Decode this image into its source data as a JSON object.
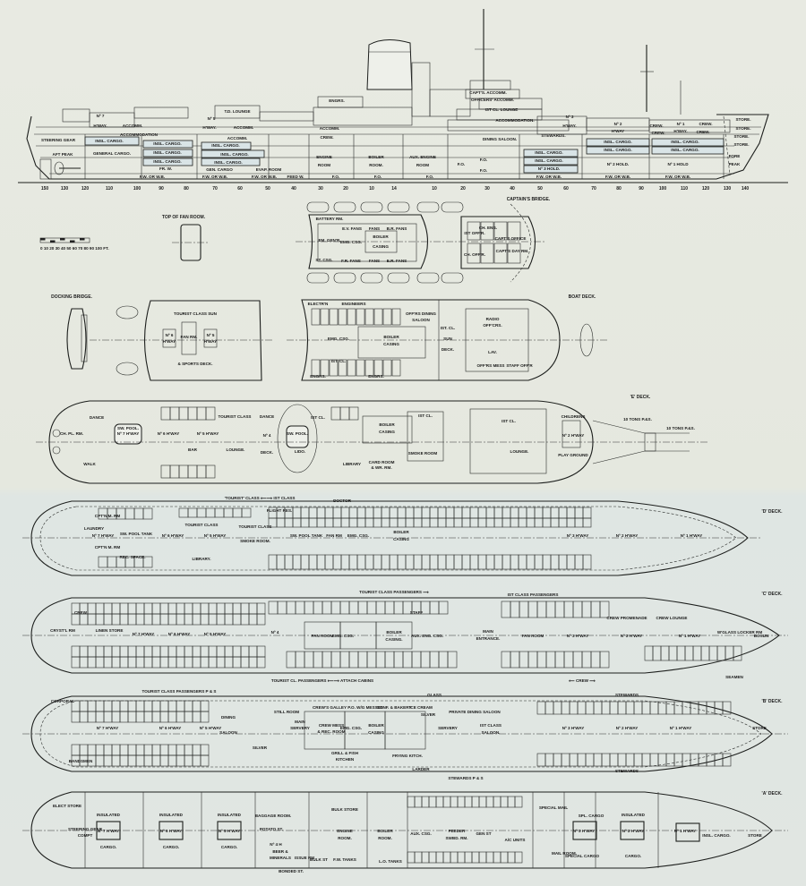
{
  "colors": {
    "paper": "#e6e9e0",
    "ink": "#1c1e1c",
    "tint": "#d9e4e6"
  },
  "profile": {
    "labels": [
      "T.D. LOUNGE",
      "ENGRS.",
      "Nº 7",
      "H'WAY.",
      "ACCOMM.",
      "ACCOMMODATION",
      "STEERING GEAR",
      "INSL. CARGO.",
      "GENERAL CARGO.",
      "AFT PEAK",
      "INSL. CARGO.",
      "INSL. CARGO.",
      "INSL. CARGO.",
      "Nº 5",
      "H'WAY.",
      "ACCOMM.",
      "ACCOMM.",
      "INSL. CARGO.",
      "INSL. CARGO.",
      "INSL. CARGO.",
      "FR. W.",
      "GEN. CARGO",
      "EVAP. ROOM",
      "F.W. OR W.B.",
      "F.W. OR W.B.",
      "F.W. OR W.B.",
      "FEED W.",
      "ACCOMM.",
      "CREW.",
      "ENGINE",
      "ROOM",
      "BOILER",
      "ROOM.",
      "AUX. ENGINE",
      "ROOM",
      "F.O.",
      "F.O.",
      "F.O.",
      "CAPT'S. ACCOMM.",
      "OFFICERS' ACCOMM.",
      "IST CL. LOUNGE",
      "ACCOMMODATION.",
      "DINING SALOON.",
      "STEWARDS.",
      "Nº 3",
      "H'WAY.",
      "Nº 2",
      "H'WAY",
      "CREW.",
      "CREW.",
      "Nº 1",
      "H'WAY.",
      "CREW.",
      "CREW.",
      "INSL. CARGO.",
      "INSL. CARGO.",
      "INSL. CARGO.",
      "INSL. CARGO.",
      "INSL. CARGO.",
      "INSL. CARGO.",
      "Nº 3 HOLD.",
      "Nº 2 HOLD.",
      "Nº 1 HOLD",
      "F.W. OR W.B.",
      "F.W. OR W.B.",
      "F.W. OR W.B.",
      "STORE.",
      "STORE.",
      "STORE.",
      "STORE.",
      "FORE",
      "PEAK",
      "F.O.",
      "F.O.",
      "F.O."
    ],
    "frames": [
      "150",
      "130",
      "120",
      "110",
      "100",
      "90",
      "80",
      "70",
      "60",
      "50",
      "40",
      "30",
      "20",
      "10",
      "14",
      "10",
      "20",
      "30",
      "40",
      "50",
      "60",
      "70",
      "80",
      "90",
      "100",
      "110",
      "120",
      "130",
      "140"
    ]
  },
  "titles": [
    "TOP OF FAN ROOM.",
    "CAPTAIN'S BRIDGE.",
    "DOCKING BRIDGE.",
    "BOAT DECK.",
    "'E' DECK.",
    "'D' DECK.",
    "'C' DECK.",
    "'B' DECK.",
    "'A' DECK."
  ],
  "scale": {
    "label": "0  10  20  30  40  50  60  70  80  90  100 FT."
  },
  "top_deck": {
    "labels": [
      "BATTERY RM.",
      "E.V. FANS",
      "FANS",
      "B.R. FANS",
      "EM. GEN'R.",
      "EMG. CSG.",
      "BOILER",
      "CASING",
      "ST. CSG.",
      "F.R. FANS",
      "FANS",
      "E.R. FANS",
      "IST OFF'R.",
      "CH. OFF'R.",
      "CAPT'S OFFICE",
      "CAPT'S DAY RM.",
      "CH. ENG."
    ]
  },
  "sun_deck": {
    "labels": [
      "TOURIST CLASS SUN",
      "Nº 6",
      "H'WAY",
      "FAN RM.",
      "Nº 5",
      "H'WAY",
      "& SPORTS DECK."
    ]
  },
  "boat_deck": {
    "labels": [
      "ELECTR'N",
      "ENGINEERS",
      "OFF'RS DINING",
      "SALOON",
      "EMG. CSG.",
      "BOILER",
      "CASING",
      "IST. CL.",
      "ENGRS.",
      "ENGRS.",
      "IST. CL.",
      "SUN",
      "DECK.",
      "RADIO",
      "OFF'CRS.",
      "LAV.",
      "OFF'RS MESS",
      "STAFF OFF'R"
    ]
  },
  "e_deck": {
    "labels": [
      "CH. PL. RM.",
      "DANCE",
      "Nº 7 H'WAY",
      "SW. POOL.",
      "Nº 6 H'WAY",
      "TOURIST CLASS",
      "Nº 5 H'WAY",
      "LOUNGE.",
      "BAR",
      "DANCE",
      "DECK.",
      "Nº 4",
      "SW. POOL.",
      "IST CL.",
      "LIDO.",
      "LIBRARY",
      "CARD ROOM",
      "& WR. RM.",
      "BOILER",
      "CASING",
      "IST CL.",
      "SMOKE ROOM",
      "IST CL.",
      "LOUNGE.",
      "CHILDRENS",
      "Nº 2 H'WAY",
      "PLAY GROUND",
      "10 TONS P.&S.",
      "10 TONS P.&S.",
      "WALK"
    ]
  },
  "d_deck": {
    "labels": [
      "'TOURIST' CLASS ⟵⟶ IST CLASS",
      "DOCTOR",
      "LAUNDRY",
      "CPT'N M. RM",
      "Nº 7 H'WAY",
      "SW. POOL TANK",
      "TOURIST CLASS",
      "Nº 6 H'WAY",
      "Nº 5 H'WAY",
      "TOURIST CLASS",
      "SMOKE ROOM.",
      "REC. SPACE.",
      "LIBRARY.",
      "SW. POOL TANK",
      "FAN RM",
      "EMG. CSG.",
      "BOILER",
      "CASING",
      "Nº 3 H'WAY",
      "Nº 2 H'WAY",
      "Nº 1 H'WAY",
      "CPT'N M. RM",
      "FLIGHT RES."
    ]
  },
  "c_deck": {
    "labels": [
      "TOURIST CLASS PASSENGERS ⟶",
      "IST CLASS PASSENGERS",
      "CREW",
      "LINEN STORE",
      "CRYST'L RM",
      "Nº 7 H'WAY",
      "Nº 6 H'WAY",
      "Nº 5 H'WAY",
      "STAFF",
      "Nº 4",
      "FAN ROOM",
      "EMG. CSG.",
      "BOILER",
      "CASING.",
      "AUX. ENG. CSG.",
      "MAIN",
      "ENTRANCE.",
      "FAN ROOM",
      "Nº 3 H'WAY",
      "CREW PROMENADE",
      "CREW LOUNGE",
      "Nº 2 H'WAY",
      "Nº 1 H'WAY",
      "W'GLASS LOCKER RM",
      "BOSUN",
      "TOURIST CL. PASSENGERS ⟵⟶ ATTACH CABINS",
      "⟵ CREW ⟶",
      "SEAMEN"
    ]
  },
  "b_deck": {
    "labels": [
      "TOURIST CLASS PASSENGERS P & S",
      "GLASS",
      "STEWARDS",
      "DINING",
      "SALOON",
      "STILL ROOM",
      "CREW'S GALLEY",
      "P.O. W/G MESSES",
      "CONF. & BAKERY",
      "ICE CREAM",
      "PRIVATE DINING SALOON",
      "MAIN",
      "SERVERY",
      "CREW MESS",
      "& REC. ROOM",
      "EMG. CSG.",
      "BOILER",
      "CASING",
      "SERVERY",
      "IST CLASS",
      "SALOON.",
      "Nº 7 H'WAY",
      "Nº 6 H'WAY",
      "Nº 5 H'WAY",
      "Nº 3 H'WAY",
      "Nº 2 H'WAY",
      "Nº 1 H'WAY",
      "STORE",
      "SILVER",
      "GRILL & FISH",
      "KITCHEN",
      "FRYING KITCH.",
      "LARDER",
      "STEWARDS",
      "BANDSMEN",
      "CORPORAL",
      "SILVER",
      "STEWARDS P & S"
    ]
  },
  "a_deck": {
    "labels": [
      "STEERING GEAR",
      "COMPT",
      "ELECT STORE",
      "INSULATED",
      "Nº 7 H'WAY",
      "CARGO.",
      "INSULATED",
      "Nº 6 H'WAY",
      "CARGO.",
      "INSULATED",
      "Nº 5 H'WAY",
      "CARGO.",
      "BAGGAGE ROOM.",
      "POTATO ST.",
      "Nº 4 H",
      "BEER &",
      "MINERALS",
      "ISSUE RM",
      "BONDED ST.",
      "BULK STORE",
      "ENGINE",
      "ROOM.",
      "BOILER",
      "ROOM.",
      "F.W. TANKS",
      "BULK ST",
      "L.O. TANKS",
      "AUX. CSG.",
      "FEEDER",
      "SWBD. RM.",
      "GEN ST",
      "A/C UNITS",
      "MAIL ROOM.",
      "SPECIAL MAIL",
      "SPL. CARGO",
      "Nº 3 H'WAY",
      "SPECIAL CARGO",
      "INSULATED",
      "Nº 2 H'WAY",
      "CARGO.",
      "Nº 1 H'WAY",
      "INSL. CARGO.",
      "STORE"
    ]
  }
}
